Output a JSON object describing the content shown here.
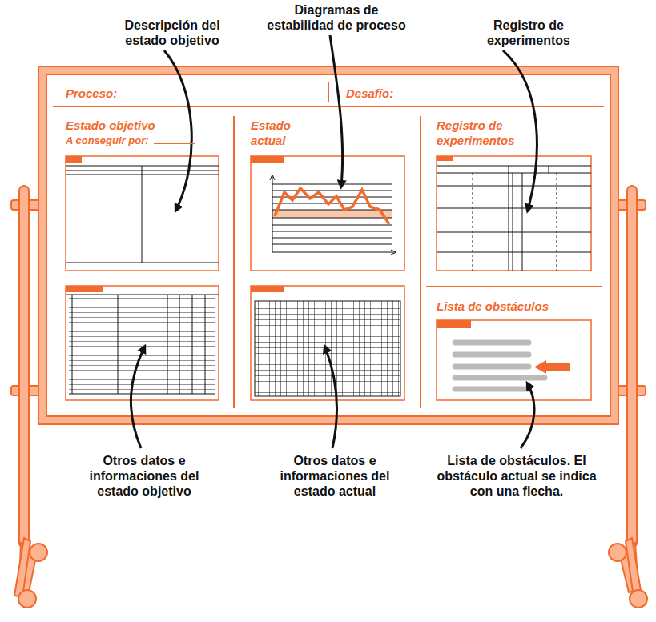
{
  "diagram": {
    "nodes": [
      {
        "text": [
          "Proceso:",
          "Desafío:"
        ]
      },
      {
        "text": [
          "Estado objetivo",
          "A conseguir por:"
        ],
        "in": 0
      },
      {
        "text": [
          "Estado actual"
        ],
        "in": 0
      },
      {
        "text": [
          "Registro de experimentos"
        ],
        "in": 0
      },
      {
        "text": [
          "Lista de obstáculos"
        ],
        "in": 0
      }
    ],
    "labels": [
      "Descripción del estado objetivo",
      "Diagramas de estabilidad de proceso",
      "Registro de experimentos",
      "Otros datos e informaciones del estado objetivo",
      "Otros datos e informaciones del estado actual",
      "Lista de obstáculos. El obstáculo actual se indica con una flecha."
    ]
  }
}
